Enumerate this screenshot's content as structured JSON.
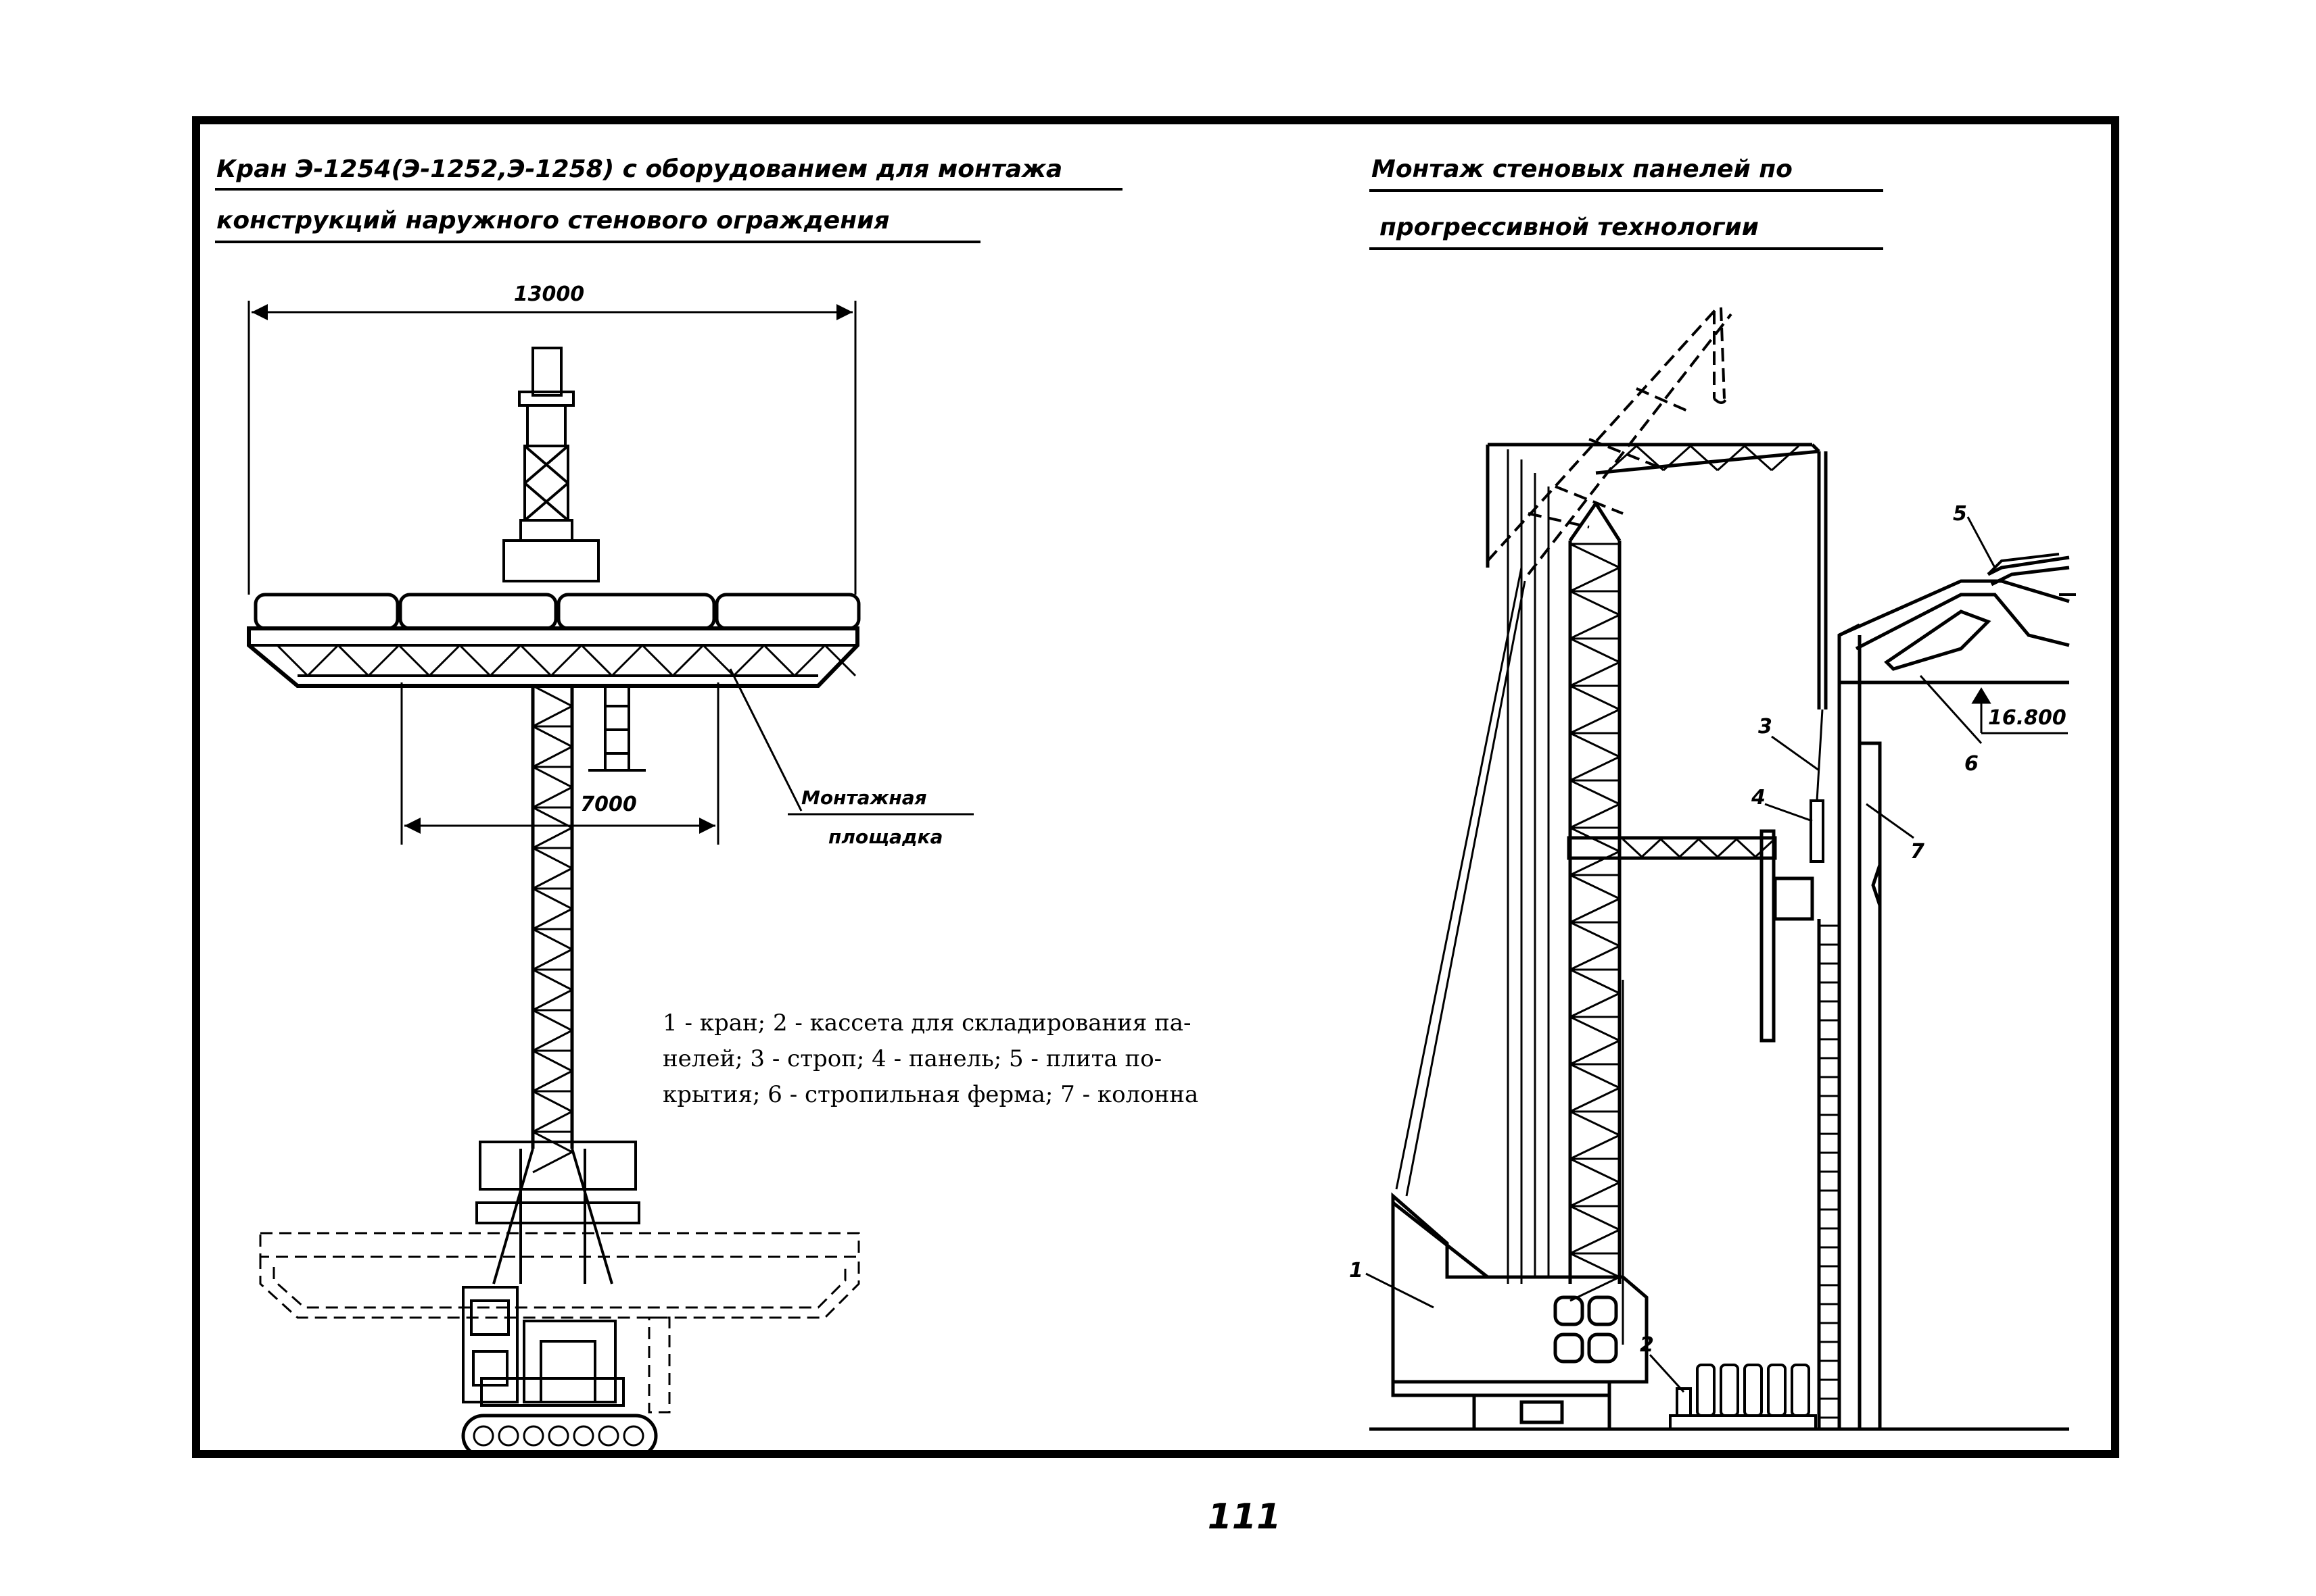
{
  "left_title": {
    "line1": "Кран Э-1254(Э-1252,Э-1258) с оборудованием для монтажа",
    "line2": "конструкций наружного стенового ограждения"
  },
  "right_title": {
    "line1": "Монтаж стеновых панелей по",
    "line2": "прогрессивной технологии"
  },
  "dimensions": {
    "overall": "13000",
    "inner": "7000"
  },
  "platform_label": {
    "line1": "Монтажная",
    "line2": "площадка"
  },
  "elevation": "16.800",
  "callouts": [
    "1",
    "2",
    "3",
    "4",
    "5",
    "6",
    "7"
  ],
  "legend": {
    "line1": "1 - кран; 2 - кассета для складирования па-",
    "line2": "нелей; 3 - строп; 4 - панель; 5 - плита по-",
    "line3": "крытия; 6 - стропильная ферма; 7 - колонна"
  },
  "page_number": "111"
}
